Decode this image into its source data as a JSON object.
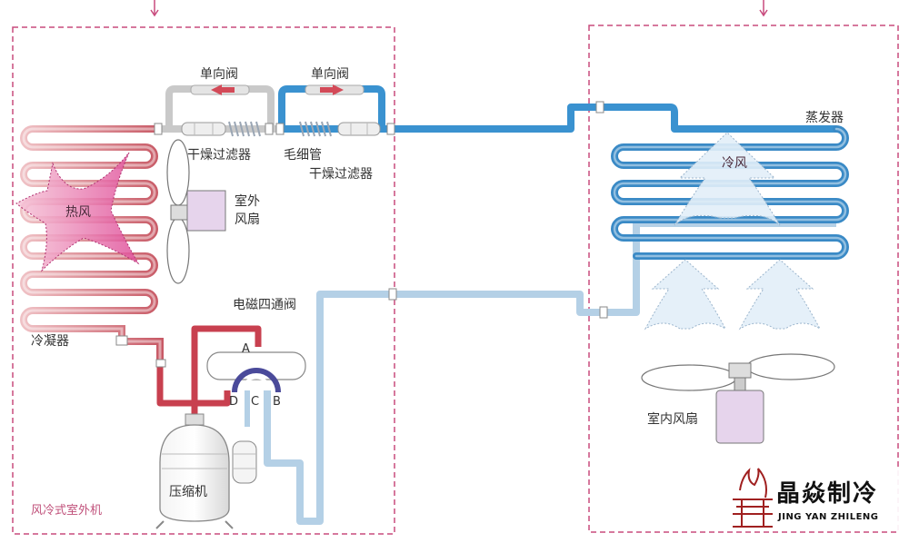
{
  "labels": {
    "check_valve_left": "单向阀",
    "check_valve_right": "单向阀",
    "filter_drier_left": "干燥过滤器",
    "capillary_tube": "毛细管",
    "filter_drier_right": "干燥过滤器",
    "outdoor_fan": [
      "室外",
      "风扇"
    ],
    "hot_air": "热风",
    "condenser": "冷凝器",
    "four_way_valve": "电磁四通阀",
    "port_a": "A",
    "port_d": "D",
    "port_c": "C",
    "port_b": "B",
    "compressor": "压缩机",
    "outdoor_unit": "风冷式室外机",
    "evaporator": "蒸发器",
    "cold_air": "冷风",
    "indoor_fan": "室内风扇"
  },
  "brand": {
    "name_cn": "晶焱制冷",
    "name_en": "JING YAN ZHILENG"
  },
  "colors": {
    "hot_pipe": "#c8404f",
    "cold_pipe": "#3a92d0",
    "return_pipe": "#b4d0e6",
    "condenser_coil": "#d88a92",
    "evaporator_coil": "#3a8ac6",
    "unit_border": "#c84b7d",
    "hot_air": "#e0509a",
    "cold_air": "#e2eef8",
    "motor_box": "#e6d4ec"
  }
}
